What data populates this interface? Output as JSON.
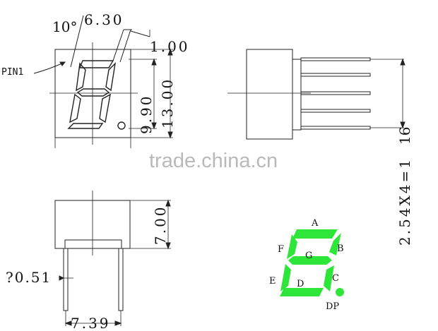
{
  "front_view": {
    "angle_label": "10°",
    "width_label": "6.30",
    "stroke_label": "1.00",
    "pin_label": "PIN1",
    "digit_height_label": "9.90",
    "body_height_label": "13.00"
  },
  "side_view": {
    "pitch_label": "2.54X4=1",
    "pitch_label_tail": "16"
  },
  "bottom_view": {
    "depth_label": "7.00",
    "pin_diameter_label": "?0.51",
    "pin_span_label": "7.39"
  },
  "segment_diagram": {
    "labels": {
      "a": "A",
      "b": "B",
      "c": "C",
      "d": "D",
      "e": "E",
      "f": "F",
      "g": "G",
      "dp": "DP"
    },
    "color": "#2ee63a"
  },
  "watermark": "trade.china.cn"
}
